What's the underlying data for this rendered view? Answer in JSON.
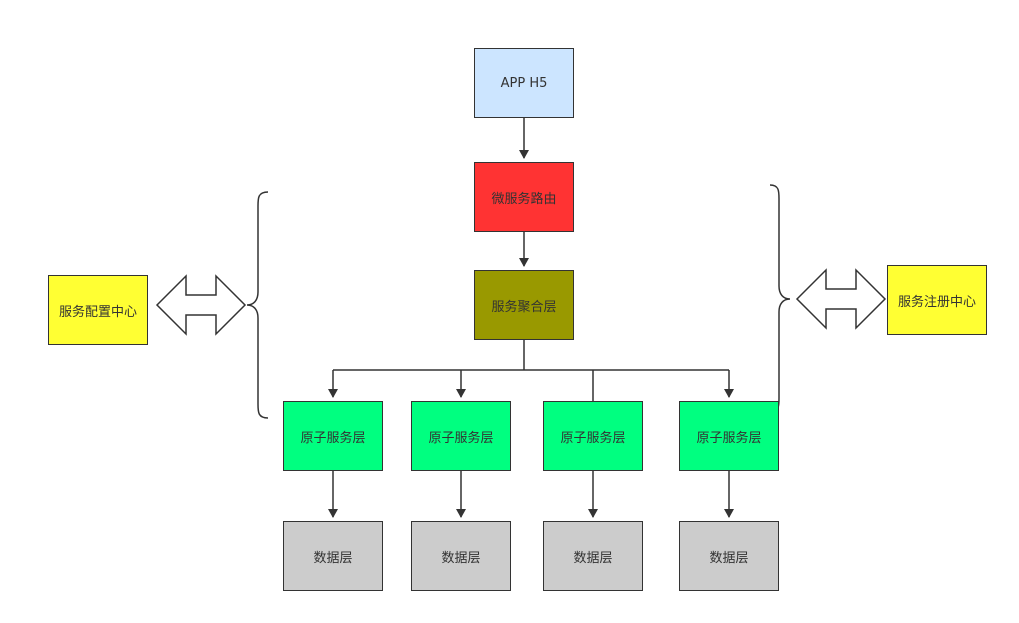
{
  "diagram": {
    "nodes": {
      "app": {
        "label": "APP H5",
        "color": "#cce5ff"
      },
      "router": {
        "label": "微服务路由",
        "color": "#ff3333"
      },
      "aggregate": {
        "label": "服务聚合层",
        "color": "#999900"
      },
      "atomic": {
        "label": "原子服务层",
        "color": "#00ff80"
      },
      "data": {
        "label": "数据层",
        "color": "#cccccc"
      },
      "config_center": {
        "label": "服务配置中心",
        "color": "#ffff33"
      },
      "registry_center": {
        "label": "服务注册中心",
        "color": "#ffff33"
      }
    },
    "edges": [
      [
        "APP H5",
        "微服务路由"
      ],
      [
        "微服务路由",
        "服务聚合层"
      ],
      [
        "服务聚合层",
        "原子服务层 ×4"
      ],
      [
        "原子服务层",
        "数据层"
      ]
    ]
  }
}
